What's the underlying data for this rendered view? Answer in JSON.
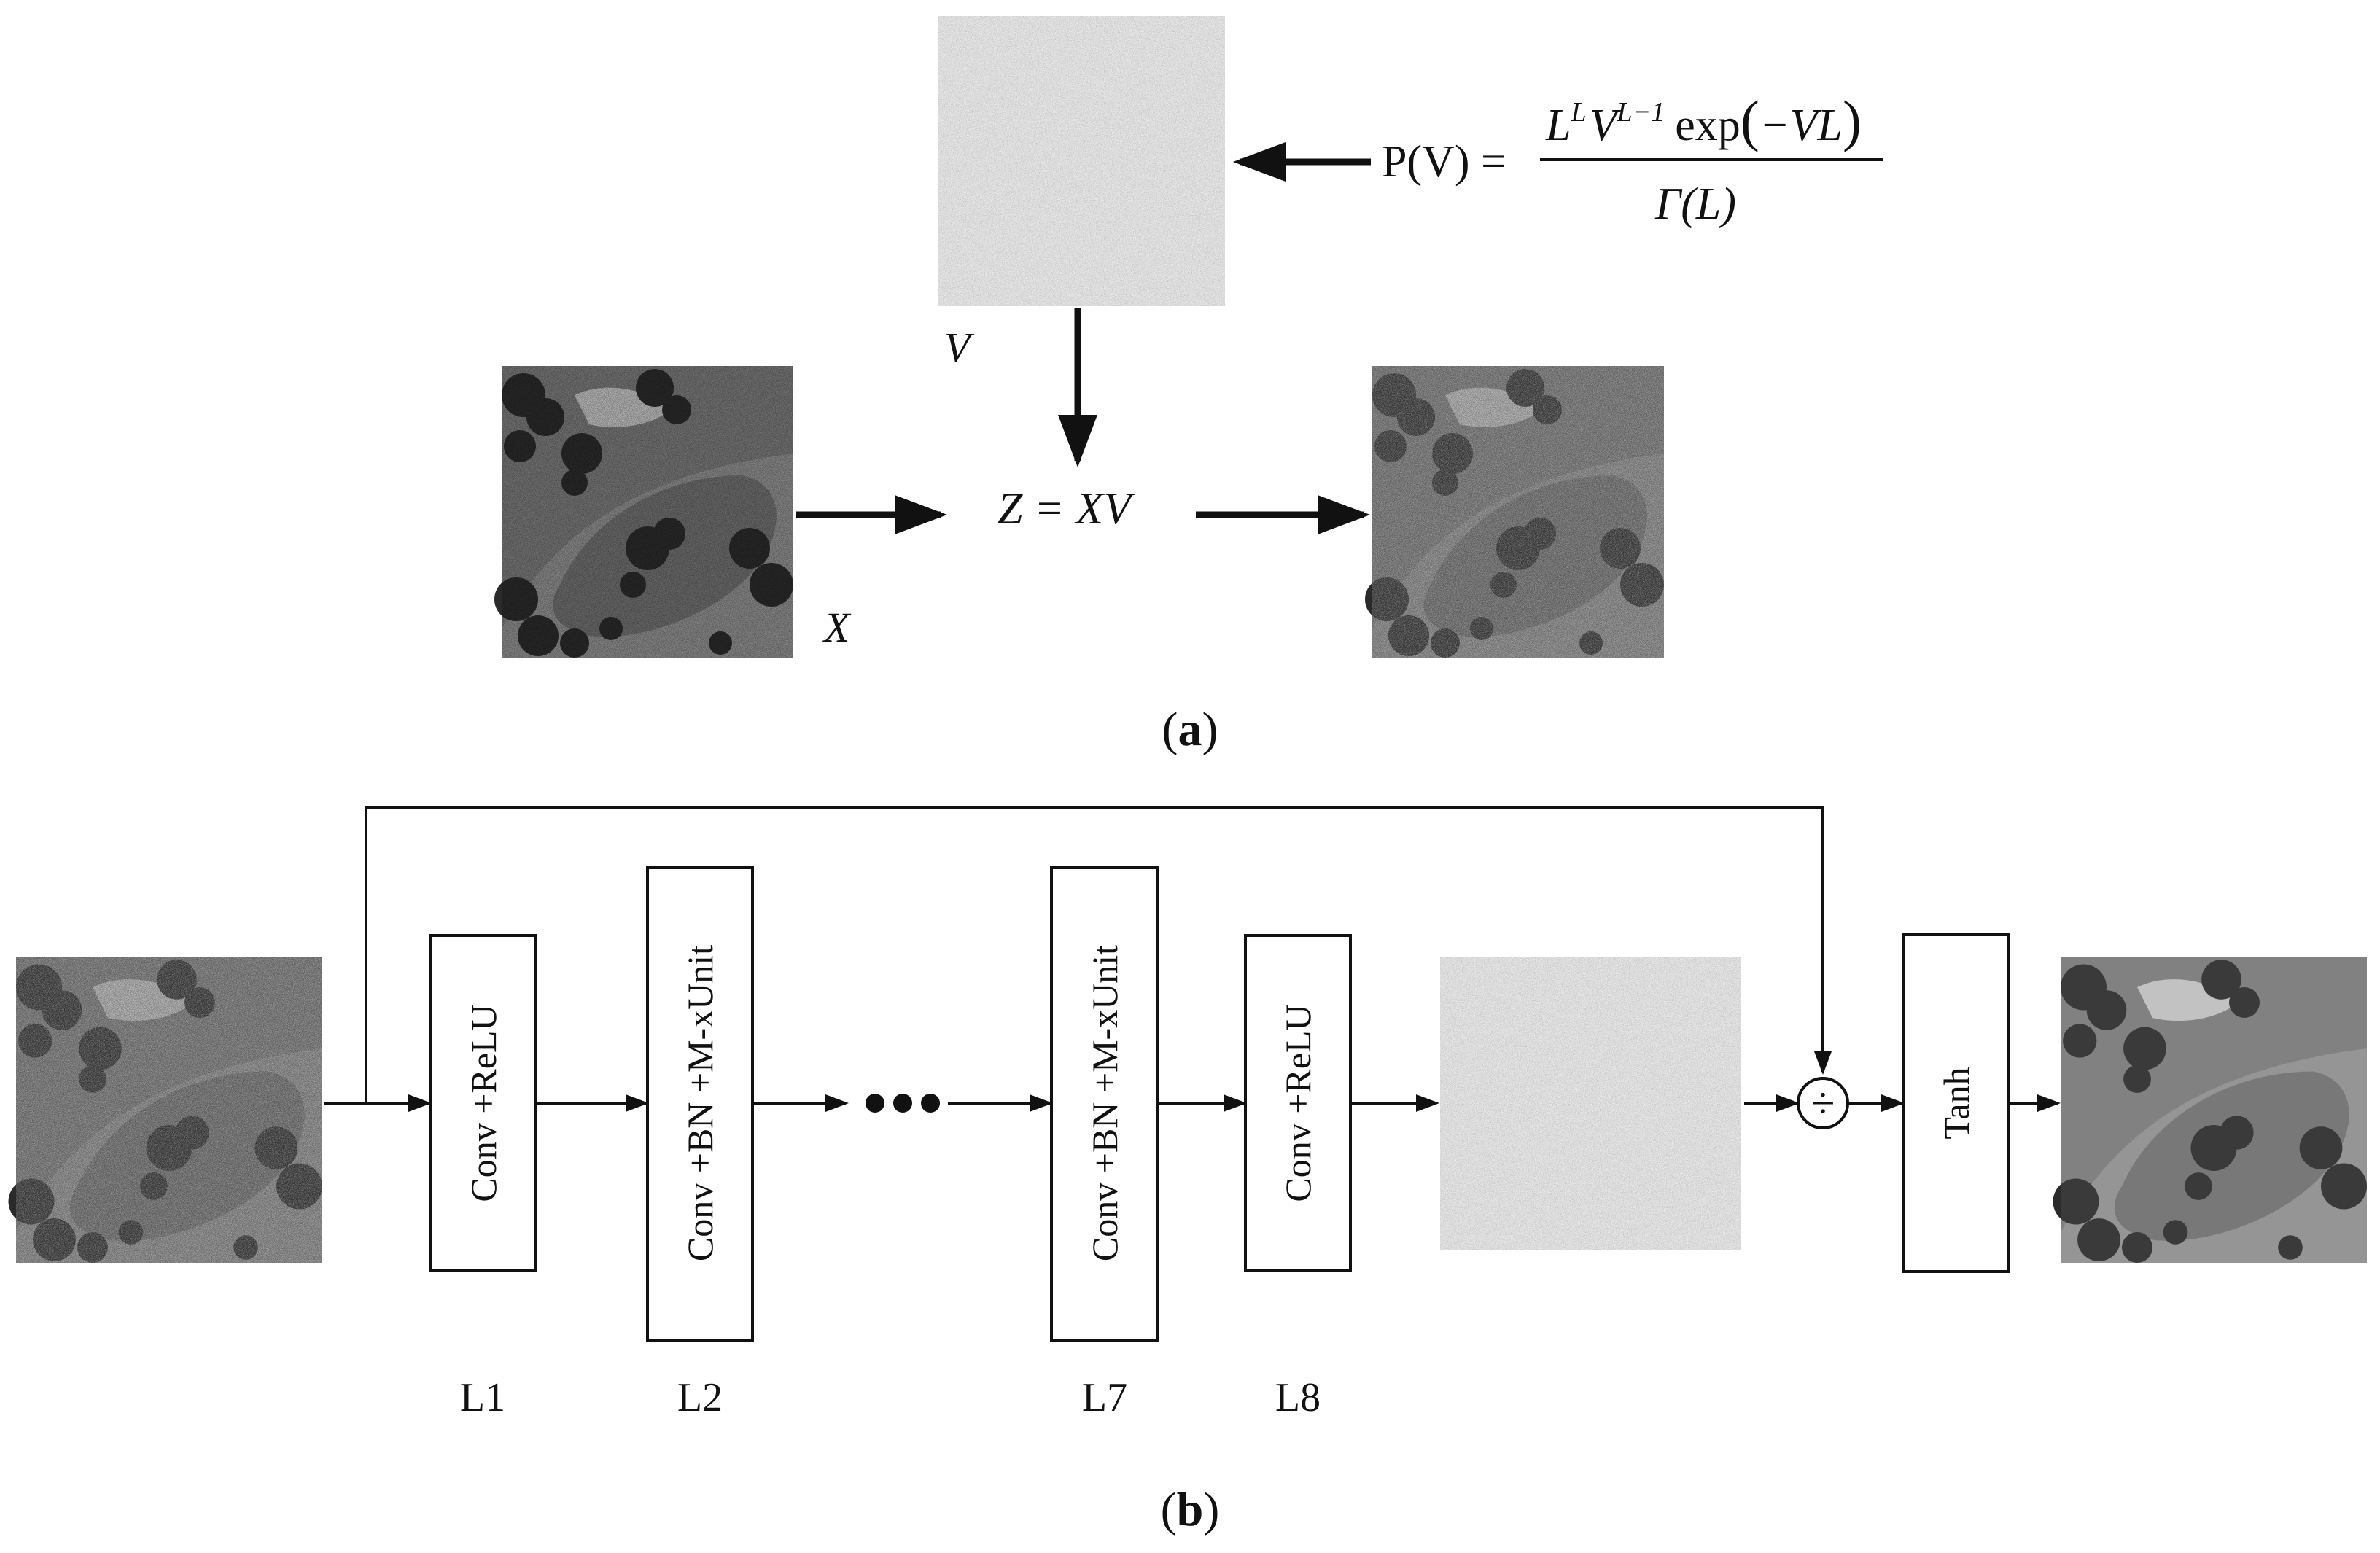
{
  "panel_a": {
    "caption_open": "(",
    "caption_letter": "a",
    "caption_close": ")",
    "noise_label": "V",
    "input_label": "X",
    "equation_center": "Z = XV",
    "pdf_lhs": "P(V) =",
    "pdf_numerator": "L^L V^{L−1} exp(−VL)",
    "pdf_numerator_parts": {
      "L_base": "L",
      "L_sup": "L",
      "V_base": "V",
      "V_sup": "L−1",
      "exp": "exp",
      "paren_open": "(",
      "neg_vl": "−VL",
      "paren_close": ")"
    },
    "pdf_denominator": "Γ(L)"
  },
  "panel_b": {
    "caption_open": "(",
    "caption_letter": "b",
    "caption_close": ")",
    "blocks": [
      {
        "text": "Conv +ReLU",
        "layer": "L1"
      },
      {
        "text": "Conv +BN +M-xUnit",
        "layer": "L2"
      },
      {
        "text": "Conv +BN +M-xUnit",
        "layer": "L7"
      },
      {
        "text": "Conv +ReLU",
        "layer": "L8"
      }
    ],
    "divide_symbol": "÷",
    "tanh_label": "Tanh"
  }
}
